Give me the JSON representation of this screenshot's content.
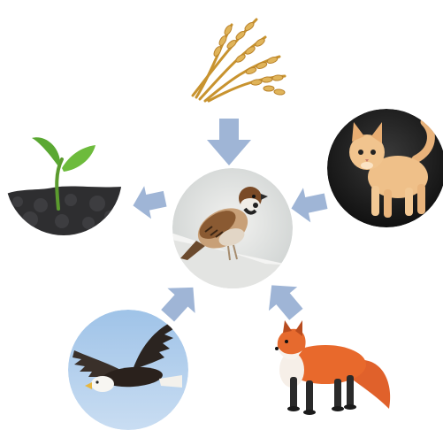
{
  "diagram": {
    "center": {
      "icon": "sparrow-icon"
    },
    "nodes": [
      {
        "id": "wheat",
        "icon": "wheat-icon"
      },
      {
        "id": "kitten",
        "icon": "kitten-icon"
      },
      {
        "id": "fox",
        "icon": "fox-icon"
      },
      {
        "id": "eagle",
        "icon": "eagle-icon"
      },
      {
        "id": "seedling",
        "icon": "seedling-icon"
      }
    ],
    "arrow_color": "#9fb5d6",
    "relations": [
      {
        "from": "wheat",
        "to": "sparrow"
      },
      {
        "from": "kitten",
        "to": "sparrow"
      },
      {
        "from": "fox",
        "to": "sparrow"
      },
      {
        "from": "eagle",
        "to": "sparrow"
      },
      {
        "from": "sparrow",
        "to": "seedling"
      }
    ]
  }
}
